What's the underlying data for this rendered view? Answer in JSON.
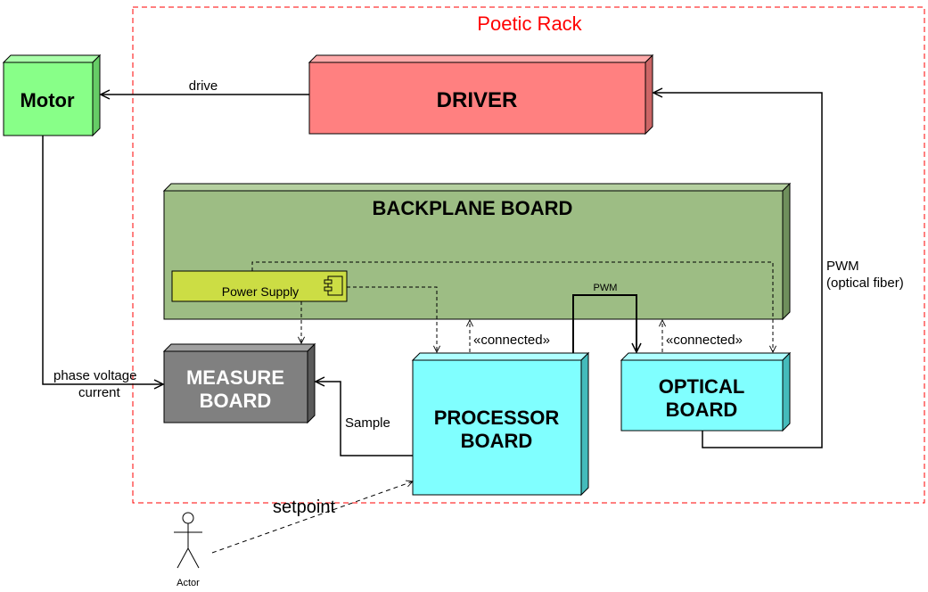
{
  "rack": {
    "label": "Poetic Rack",
    "color": "#ff0000"
  },
  "nodes": {
    "motor": {
      "label": "Motor",
      "color": "#88ff88"
    },
    "driver": {
      "label": "DRIVER",
      "color": "#ff8080"
    },
    "backplane": {
      "label": "BACKPLANE BOARD",
      "color": "#9dbd84"
    },
    "power_supply": {
      "label": "Power Supply",
      "color": "#ccdd44"
    },
    "measure": {
      "line1": "MEASURE",
      "line2": "BOARD",
      "color": "#808080"
    },
    "processor": {
      "line1": "PROCESSOR",
      "line2": "BOARD",
      "color": "#80ffff"
    },
    "optical": {
      "line1": "OPTICAL",
      "line2": "BOARD",
      "color": "#80ffff"
    }
  },
  "edges": {
    "drive": "drive",
    "phase_voltage": "phase voltage",
    "current": "current",
    "sample": "Sample",
    "pwm_internal": "PWM",
    "pwm_fiber_1": "PWM",
    "pwm_fiber_2": "(optical fiber)",
    "connected_1": "«connected»",
    "connected_2": "«connected»",
    "setpoint": "setpoint"
  },
  "actor": {
    "label": "Actor",
    "icon": "stick-figure-icon"
  }
}
